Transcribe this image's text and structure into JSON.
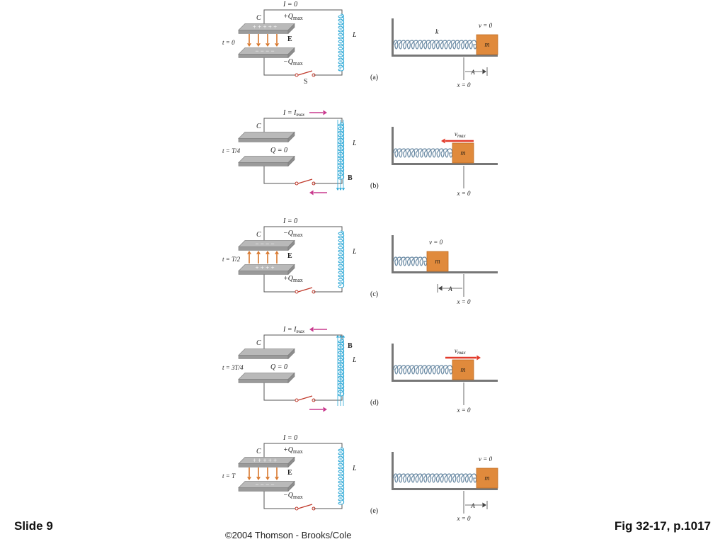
{
  "slide_label": "Slide 9",
  "figure_ref": "Fig 32-17, p.1017",
  "copyright": "©2004 Thomson - Brooks/Cole",
  "colors": {
    "wire": "#555555",
    "plate": "#b9b9b9",
    "inductor": "#2aa7d6",
    "field_arrow": "#d9772b",
    "current_arrow": "#c93a8e",
    "mass": "#e08a3c",
    "velocity_arrow": "#e23a2a",
    "spring": "#6a8aa4"
  },
  "panels": [
    {
      "id": "a",
      "label": "(a)",
      "time": "t = 0",
      "current": "I = 0",
      "current_arrow": "none",
      "cap_label": "C",
      "top_plate_label": "+Q",
      "bottom_plate_label": "−Q",
      "q_sub": "max",
      "top_signs": "+ + + + +",
      "bottom_signs": "− − − −",
      "center_label": "",
      "field": "down",
      "field_label": "E",
      "inductor_label": "L",
      "b_field": "none",
      "b_label": "",
      "switch_label": "S",
      "k_label": "k",
      "mass_label": "m",
      "velocity_label": "v = 0",
      "velocity_arrow": "none",
      "spring_state": "stretched",
      "amplitude_label": "A",
      "amplitude_side": "right",
      "x0_label": "x = 0"
    },
    {
      "id": "b",
      "label": "(b)",
      "time": "t = T/4",
      "current": "I = Imax",
      "current_arrow": "right",
      "cap_label": "C",
      "top_plate_label": "",
      "bottom_plate_label": "",
      "q_sub": "",
      "top_signs": "",
      "bottom_signs": "",
      "center_label": "Q = 0",
      "field": "none",
      "field_label": "",
      "inductor_label": "L",
      "b_field": "down",
      "b_label": "B",
      "switch_label": "",
      "k_label": "",
      "mass_label": "m",
      "velocity_label": "vmax",
      "velocity_arrow": "left",
      "spring_state": "natural",
      "amplitude_label": "",
      "amplitude_side": "none",
      "x0_label": "x = 0"
    },
    {
      "id": "c",
      "label": "(c)",
      "time": "t = T/2",
      "current": "I = 0",
      "current_arrow": "none",
      "cap_label": "C",
      "top_plate_label": "−Q",
      "bottom_plate_label": "+Q",
      "q_sub": "max",
      "top_signs": "− − − −",
      "bottom_signs": "+ + + +",
      "center_label": "",
      "field": "up",
      "field_label": "E",
      "inductor_label": "L",
      "b_field": "none",
      "b_label": "",
      "switch_label": "",
      "k_label": "",
      "mass_label": "m",
      "velocity_label": "v = 0",
      "velocity_arrow": "none",
      "spring_state": "compressed",
      "amplitude_label": "A",
      "amplitude_side": "left",
      "x0_label": "x = 0"
    },
    {
      "id": "d",
      "label": "(d)",
      "time": "t = 3T/4",
      "current": "I = Imax",
      "current_arrow": "left",
      "cap_label": "C",
      "top_plate_label": "",
      "bottom_plate_label": "",
      "q_sub": "",
      "top_signs": "",
      "bottom_signs": "",
      "center_label": "Q = 0",
      "field": "none",
      "field_label": "",
      "inductor_label": "L",
      "b_field": "up",
      "b_label": "B",
      "switch_label": "",
      "k_label": "",
      "mass_label": "m",
      "velocity_label": "vmax",
      "velocity_arrow": "right",
      "spring_state": "natural",
      "amplitude_label": "",
      "amplitude_side": "none",
      "x0_label": "x = 0"
    },
    {
      "id": "e",
      "label": "(e)",
      "time": "t = T",
      "current": "I = 0",
      "current_arrow": "none",
      "cap_label": "C",
      "top_plate_label": "+Q",
      "bottom_plate_label": "−Q",
      "q_sub": "max",
      "top_signs": "+ + + + +",
      "bottom_signs": "− − − −",
      "center_label": "",
      "field": "down",
      "field_label": "E",
      "inductor_label": "L",
      "b_field": "none",
      "b_label": "",
      "switch_label": "",
      "k_label": "",
      "mass_label": "m",
      "velocity_label": "v = 0",
      "velocity_arrow": "none",
      "spring_state": "stretched",
      "amplitude_label": "A",
      "amplitude_side": "right",
      "x0_label": "x = 0"
    }
  ]
}
